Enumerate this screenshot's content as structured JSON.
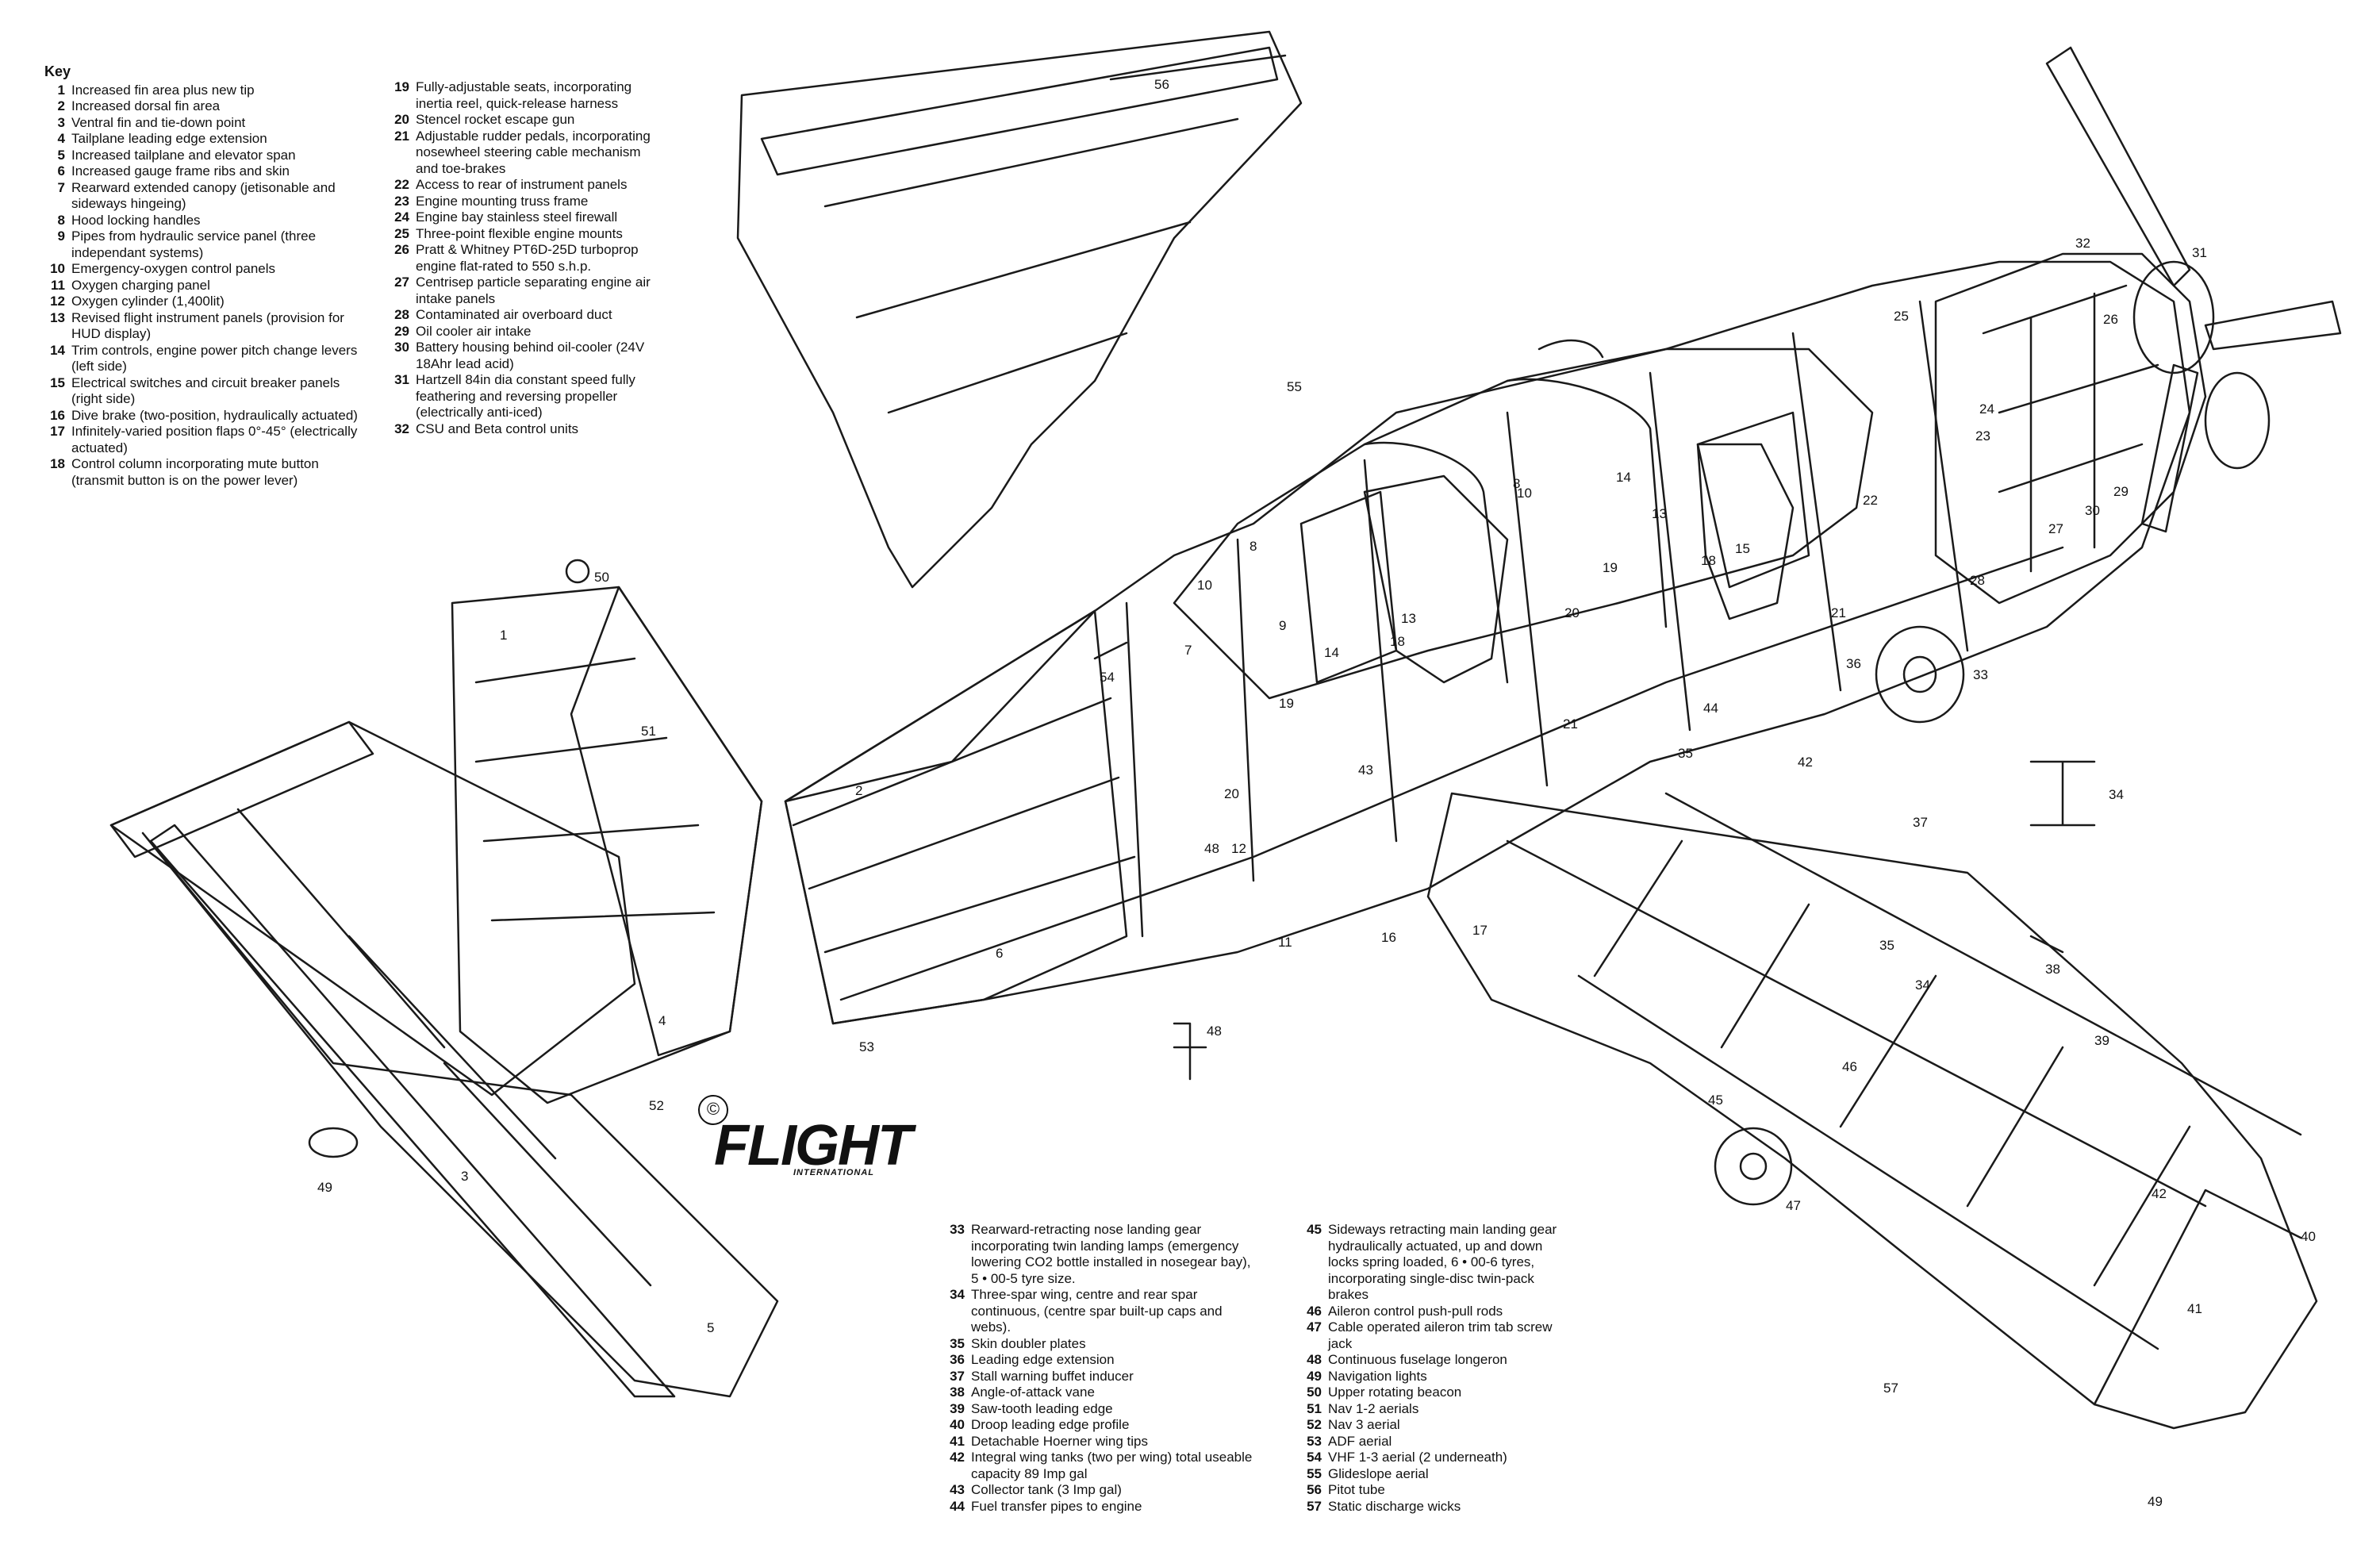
{
  "key": {
    "title": "Key",
    "col1": [
      {
        "n": "1",
        "t": "Increased fin area plus new tip"
      },
      {
        "n": "2",
        "t": "Increased dorsal fin area"
      },
      {
        "n": "3",
        "t": "Ventral fin and tie-down point"
      },
      {
        "n": "4",
        "t": "Tailplane leading edge extension"
      },
      {
        "n": "5",
        "t": "Increased tailplane and elevator span"
      },
      {
        "n": "6",
        "t": "Increased gauge frame ribs and skin"
      },
      {
        "n": "7",
        "t": "Rearward extended canopy (jetisonable and sideways hingeing)"
      },
      {
        "n": "8",
        "t": "Hood locking handles"
      },
      {
        "n": "9",
        "t": "Pipes from hydraulic service panel (three independant systems)"
      },
      {
        "n": "10",
        "t": "Emergency-oxygen control panels"
      },
      {
        "n": "11",
        "t": "Oxygen charging panel"
      },
      {
        "n": "12",
        "t": "Oxygen cylinder (1,400lit)"
      },
      {
        "n": "13",
        "t": "Revised flight instrument panels (provision for HUD display)"
      },
      {
        "n": "14",
        "t": "Trim controls, engine power pitch change levers (left side)"
      },
      {
        "n": "15",
        "t": "Electrical switches and circuit breaker panels (right side)"
      },
      {
        "n": "16",
        "t": "Dive brake (two-position, hydraulically actuated)"
      },
      {
        "n": "17",
        "t": "Infinitely-varied position flaps 0°-45° (electrically actuated)"
      },
      {
        "n": "18",
        "t": "Control column incorporating mute button (transmit button is on the power lever)"
      }
    ],
    "col2": [
      {
        "n": "19",
        "t": "Fully-adjustable seats, incorporating inertia reel, quick-release harness"
      },
      {
        "n": "20",
        "t": "Stencel rocket escape gun"
      },
      {
        "n": "21",
        "t": "Adjustable rudder pedals, incorporating nosewheel steering cable mechanism and toe-brakes"
      },
      {
        "n": "22",
        "t": "Access to rear of instrument panels"
      },
      {
        "n": "23",
        "t": "Engine mounting truss frame"
      },
      {
        "n": "24",
        "t": "Engine bay stainless steel firewall"
      },
      {
        "n": "25",
        "t": "Three-point flexible engine mounts"
      },
      {
        "n": "26",
        "t": "Pratt & Whitney PT6D-25D turboprop engine flat-rated to 550 s.h.p."
      },
      {
        "n": "27",
        "t": "Centrisep particle separating engine air intake panels"
      },
      {
        "n": "28",
        "t": "Contaminated air overboard duct"
      },
      {
        "n": "29",
        "t": "Oil cooler air intake"
      },
      {
        "n": "30",
        "t": "Battery housing behind oil-cooler (24V 18Ahr lead acid)"
      },
      {
        "n": "31",
        "t": "Hartzell 84in dia constant speed fully feathering and reversing propeller (electrically anti-iced)"
      },
      {
        "n": "32",
        "t": "CSU and Beta control units"
      }
    ],
    "col3": [
      {
        "n": "33",
        "t": "Rearward-retracting nose landing gear incorporating twin landing lamps (emergency lowering CO2 bottle installed in nosegear bay), 5 • 00-5 tyre size."
      },
      {
        "n": "34",
        "t": "Three-spar wing, centre and rear spar continuous, (centre spar built-up caps and webs)."
      },
      {
        "n": "35",
        "t": "Skin doubler plates"
      },
      {
        "n": "36",
        "t": "Leading edge extension"
      },
      {
        "n": "37",
        "t": "Stall warning buffet inducer"
      },
      {
        "n": "38",
        "t": "Angle-of-attack vane"
      },
      {
        "n": "39",
        "t": "Saw-tooth leading edge"
      },
      {
        "n": "40",
        "t": "Droop leading edge profile"
      },
      {
        "n": "41",
        "t": "Detachable Hoerner wing tips"
      },
      {
        "n": "42",
        "t": "Integral wing tanks (two per wing) total useable capacity 89 Imp gal"
      },
      {
        "n": "43",
        "t": "Collector tank (3 Imp gal)"
      },
      {
        "n": "44",
        "t": "Fuel transfer pipes to engine"
      }
    ],
    "col4": [
      {
        "n": "45",
        "t": "Sideways retracting main landing gear hydraulically actuated, up and down locks spring loaded, 6 • 00-6 tyres, incorporating single-disc twin-pack brakes"
      },
      {
        "n": "46",
        "t": "Aileron control push-pull rods"
      },
      {
        "n": "47",
        "t": "Cable operated aileron trim tab screw jack"
      },
      {
        "n": "48",
        "t": "Continuous fuselage longeron"
      },
      {
        "n": "49",
        "t": "Navigation lights"
      },
      {
        "n": "50",
        "t": "Upper rotating beacon"
      },
      {
        "n": "51",
        "t": "Nav 1-2 aerials"
      },
      {
        "n": "52",
        "t": "Nav 3 aerial"
      },
      {
        "n": "53",
        "t": "ADF aerial"
      },
      {
        "n": "54",
        "t": "VHF 1-3 aerial (2 underneath)"
      },
      {
        "n": "55",
        "t": "Glideslope aerial"
      },
      {
        "n": "56",
        "t": "Pitot tube"
      },
      {
        "n": "57",
        "t": "Static discharge wicks"
      }
    ]
  },
  "logo": {
    "copyright": "©",
    "word": "FLIGHT",
    "sub": "INTERNATIONAL"
  },
  "callouts": [
    {
      "id": "c56",
      "label": "56"
    },
    {
      "id": "c55",
      "label": "55"
    },
    {
      "id": "c32",
      "label": "32"
    },
    {
      "id": "c31",
      "label": "31"
    },
    {
      "id": "c25",
      "label": "25"
    },
    {
      "id": "c26",
      "label": "26"
    },
    {
      "id": "c24",
      "label": "24"
    },
    {
      "id": "c23",
      "label": "23"
    },
    {
      "id": "c22",
      "label": "22"
    },
    {
      "id": "c29",
      "label": "29"
    },
    {
      "id": "c30",
      "label": "30"
    },
    {
      "id": "c27",
      "label": "27"
    },
    {
      "id": "c28",
      "label": "28"
    },
    {
      "id": "c33",
      "label": "33"
    },
    {
      "id": "c36",
      "label": "36"
    },
    {
      "id": "c34",
      "label": "34"
    },
    {
      "id": "c37",
      "label": "37"
    },
    {
      "id": "c38",
      "label": "38"
    },
    {
      "id": "c39",
      "label": "39"
    },
    {
      "id": "c40",
      "label": "40"
    },
    {
      "id": "c41",
      "label": "41"
    },
    {
      "id": "c42a",
      "label": "42"
    },
    {
      "id": "c42b",
      "label": "42"
    },
    {
      "id": "c45",
      "label": "45"
    },
    {
      "id": "c46",
      "label": "46"
    },
    {
      "id": "c47",
      "label": "47"
    },
    {
      "id": "c57",
      "label": "57"
    },
    {
      "id": "c49b",
      "label": "49"
    },
    {
      "id": "c35a",
      "label": "35"
    },
    {
      "id": "c35b",
      "label": "35"
    },
    {
      "id": "c34b",
      "label": "34"
    },
    {
      "id": "c17",
      "label": "17"
    },
    {
      "id": "c16",
      "label": "16"
    },
    {
      "id": "c11",
      "label": "11"
    },
    {
      "id": "c12",
      "label": "12"
    },
    {
      "id": "c48a",
      "label": "48"
    },
    {
      "id": "c48b",
      "label": "48"
    },
    {
      "id": "c20a",
      "label": "20"
    },
    {
      "id": "c20b",
      "label": "20"
    },
    {
      "id": "c43",
      "label": "43"
    },
    {
      "id": "c44",
      "label": "44"
    },
    {
      "id": "c21a",
      "label": "21"
    },
    {
      "id": "c21b",
      "label": "21"
    },
    {
      "id": "c19a",
      "label": "19"
    },
    {
      "id": "c19b",
      "label": "19"
    },
    {
      "id": "c18a",
      "label": "18"
    },
    {
      "id": "c18b",
      "label": "18"
    },
    {
      "id": "c13a",
      "label": "13"
    },
    {
      "id": "c13b",
      "label": "13"
    },
    {
      "id": "c14a",
      "label": "14"
    },
    {
      "id": "c14b",
      "label": "14"
    },
    {
      "id": "c15",
      "label": "15"
    },
    {
      "id": "c9",
      "label": "9"
    },
    {
      "id": "c10a",
      "label": "10"
    },
    {
      "id": "c10b",
      "label": "10"
    },
    {
      "id": "c8a",
      "label": "8"
    },
    {
      "id": "c8b",
      "label": "8"
    },
    {
      "id": "c7",
      "label": "7"
    },
    {
      "id": "c54",
      "label": "54"
    },
    {
      "id": "c2",
      "label": "2"
    },
    {
      "id": "c1",
      "label": "1"
    },
    {
      "id": "c50",
      "label": "50"
    },
    {
      "id": "c51",
      "label": "51"
    },
    {
      "id": "c4",
      "label": "4"
    },
    {
      "id": "c5",
      "label": "5"
    },
    {
      "id": "c3",
      "label": "3"
    },
    {
      "id": "c49a",
      "label": "49"
    },
    {
      "id": "c52",
      "label": "52"
    },
    {
      "id": "c53",
      "label": "53"
    },
    {
      "id": "c6",
      "label": "6"
    }
  ]
}
